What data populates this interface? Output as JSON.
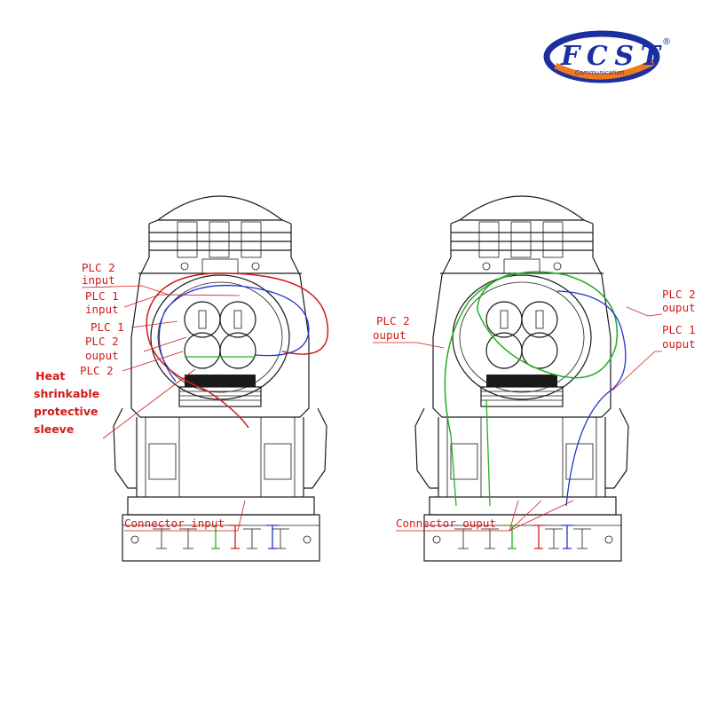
{
  "logo": {
    "brand": "FCST",
    "sub": "Communication",
    "mark": "®",
    "colors": {
      "brand_text": "#1b2fa0",
      "ring_blue": "#1b2fa0",
      "ring_orange": "#f07a1a"
    }
  },
  "diagrams": [
    {
      "labels": {
        "plc2_input": [
          "PLC 2",
          "input"
        ],
        "plc1_input": [
          "PLC 1",
          "input"
        ],
        "plc1": "PLC 1",
        "plc2_output": [
          "PLC 2",
          "ouput"
        ],
        "plc2": "PLC 2",
        "sleeve": [
          "Heat",
          "shrinkable",
          "protective",
          "sleeve"
        ],
        "connector": "Connector input"
      }
    },
    {
      "labels": {
        "plc2_output_left": [
          "PLC 2",
          "ouput"
        ],
        "plc2_output_right": [
          "PLC 2",
          "ouput"
        ],
        "plc1_output": [
          "PLC 1",
          "ouput"
        ],
        "connector": "Connector ouput"
      }
    }
  ],
  "colors": {
    "label": "#d11a1a",
    "fiber_red": "#d11a1a",
    "fiber_blue": "#2233cc",
    "fiber_green": "#22b022",
    "line": "#1a1a1a"
  }
}
